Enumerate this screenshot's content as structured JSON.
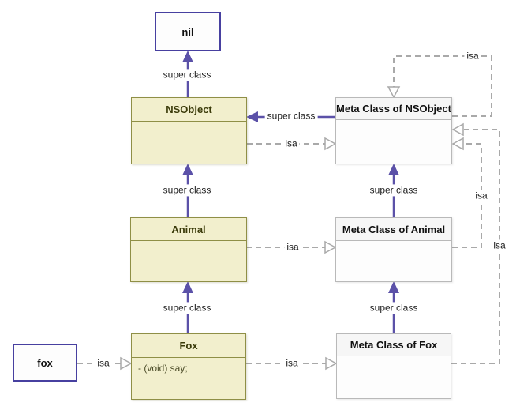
{
  "colors": {
    "purple_arrow": "#5b51a8",
    "instance_border": "#4740a0",
    "class_fill": "#f2efcd",
    "class_border": "#8f8f46",
    "class_title_text": "#3b3b0a",
    "meta_border": "#b9b9b9",
    "isa_line": "#a9a9a9"
  },
  "nodes": {
    "nil": {
      "label": "nil"
    },
    "nsobject": {
      "title": "NSObject"
    },
    "meta_nsobject": {
      "title": "Meta Class of NSObject"
    },
    "animal": {
      "title": "Animal"
    },
    "meta_animal": {
      "title": "Meta Class of Animal"
    },
    "fox_class": {
      "title": "Fox",
      "method": "- (void) say;"
    },
    "meta_fox": {
      "title": "Meta Class of Fox"
    },
    "fox_instance": {
      "label": "fox"
    }
  },
  "edges": {
    "nsobject_super_nil": {
      "label": "super class"
    },
    "animal_super_nsobject": {
      "label": "super class"
    },
    "fox_super_animal": {
      "label": "super class"
    },
    "meta_nsobject_super_nsobject": {
      "label": "super class"
    },
    "meta_animal_super_meta_nsobject": {
      "label": "super class"
    },
    "meta_fox_super_meta_animal": {
      "label": "super class"
    },
    "nsobject_isa_meta_nsobject": {
      "label": "isa"
    },
    "animal_isa_meta_animal": {
      "label": "isa"
    },
    "fox_isa_meta_fox": {
      "label": "isa"
    },
    "fox_instance_isa_fox": {
      "label": "isa"
    },
    "meta_nsobject_isa_self": {
      "label": "isa"
    },
    "meta_animal_isa_meta_nsobject": {
      "label": "isa"
    },
    "meta_fox_isa_meta_nsobject": {
      "label": "isa"
    }
  }
}
